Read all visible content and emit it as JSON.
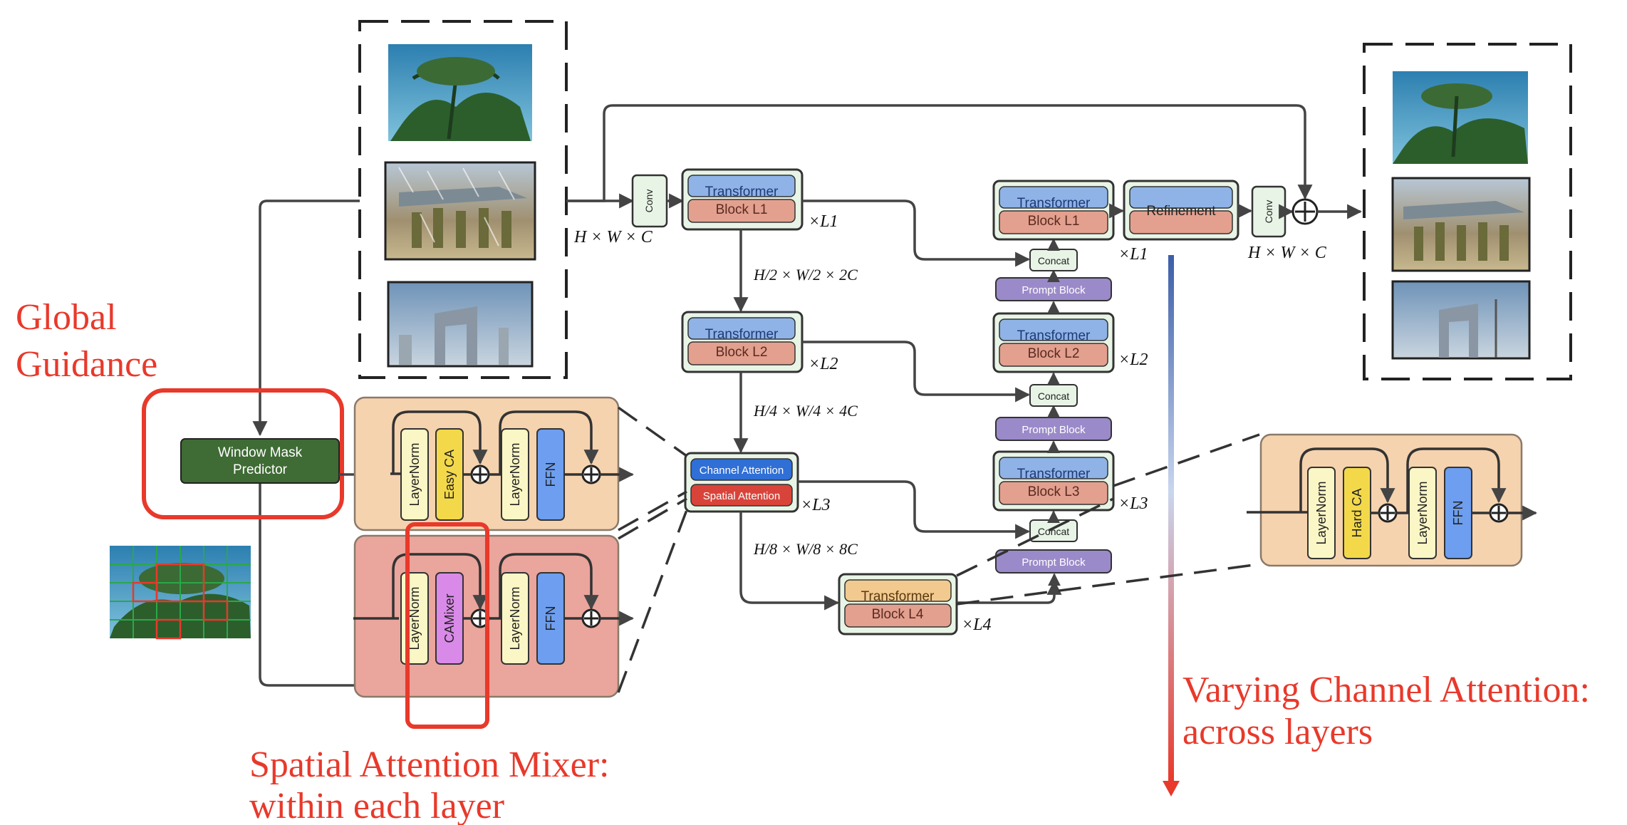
{
  "annotations": {
    "global_guidance_line1": "Global",
    "global_guidance_line2": "Guidance",
    "spatial_mixer_line1": "Spatial Attention Mixer:",
    "spatial_mixer_line2": "within each layer",
    "varying_ca_line1": "Varying Channel Attention:",
    "varying_ca_line2": "across layers"
  },
  "labels": {
    "conv": "Conv",
    "transformer": "Transformer",
    "block_l1": "Block L1",
    "block_l2": "Block L2",
    "block_l3": "Block L3",
    "block_l4": "Block L4",
    "refinement": "Refinement",
    "concat": "Concat",
    "prompt_block": "Prompt Block",
    "channel_attention": "Channel Attention",
    "spatial_attention": "Spatial Attention",
    "window_mask_line1": "Window Mask",
    "window_mask_line2": "Predictor",
    "layernorm": "LayerNorm",
    "easy_ca": "Easy CA",
    "hard_ca": "Hard CA",
    "camixer": "CAMixer",
    "ffn": "FFN"
  },
  "math": {
    "hwc": "H × W × C",
    "x_l1": "×L1",
    "x_l2": "×L2",
    "x_l3": "×L3",
    "x_l4": "×L4",
    "dim2": "H/2 × W/2 × 2C",
    "dim4": "H/4 × W/4 × 4C",
    "dim8": "H/8 × W/8 × 8C"
  },
  "colors": {
    "block_blue": "#8fb3e6",
    "block_red": "#e3a08f",
    "block_bg": "#e8f5e6",
    "prompt": "#9b8ac9",
    "window_mask": "#3f6b35",
    "orange_panel": "#f5d3ae",
    "red_panel": "#eaa59c",
    "layernorm": "#fbf6c5",
    "easy_ca": "#f3d94a",
    "camixer": "#d98ae8",
    "ffn": "#6d9eef",
    "annotation_red": "#e8392b",
    "channel_attention": "#2f6fd6",
    "spatial_attention": "#d9443a"
  }
}
